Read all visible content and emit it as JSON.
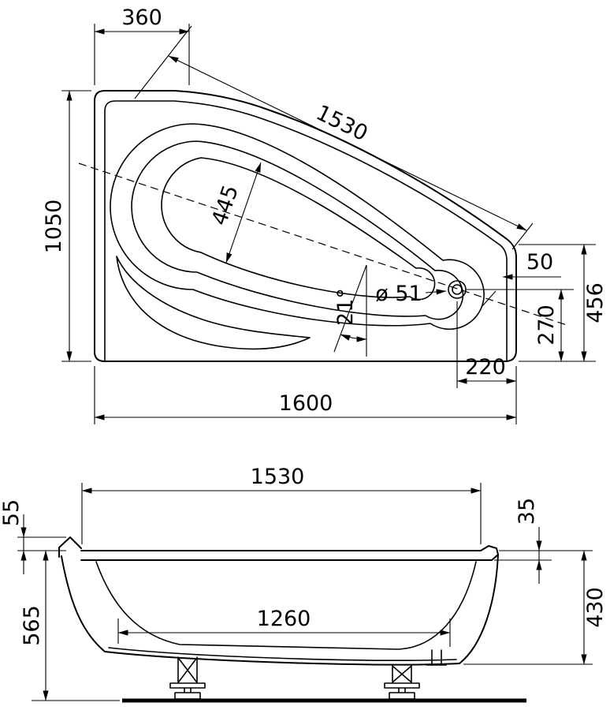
{
  "colors": {
    "ink": "#000000",
    "paper": "#ffffff"
  },
  "top_view": {
    "name": "bathtub-plan-view",
    "dims": {
      "width_top": "360",
      "diagonal": "1530",
      "height_left": "1050",
      "basin_width": "445",
      "angle": "21°",
      "drain_diameter": "ø 51",
      "rim_offset": "50",
      "height_right": "456",
      "drain_height": "270",
      "drain_offset": "220",
      "width_overall": "1600"
    }
  },
  "side_view": {
    "name": "bathtub-side-elevation",
    "dims": {
      "rim_length": "1530",
      "lip_height": "55",
      "rim_thickness": "35",
      "total_height": "565",
      "body_height": "430",
      "base_length": "1260"
    }
  }
}
